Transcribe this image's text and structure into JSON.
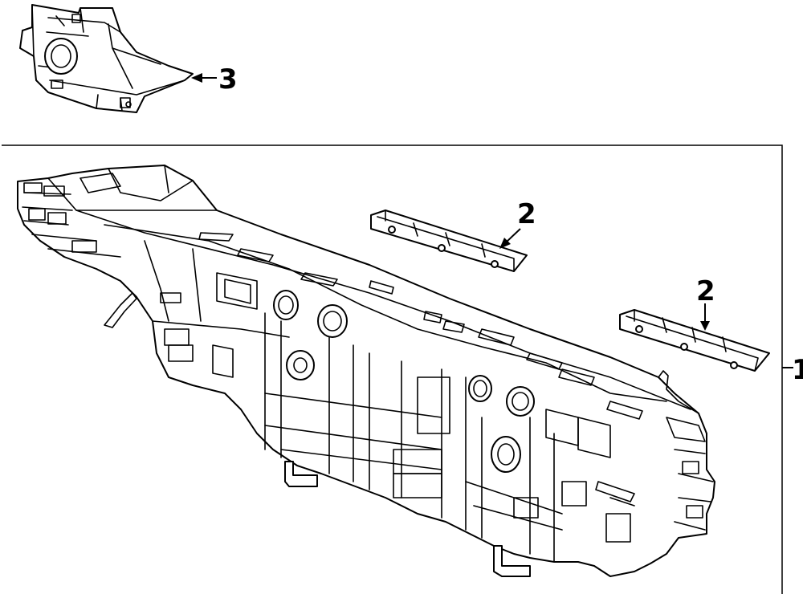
{
  "callouts": {
    "bulkhead": "1",
    "bracket_upper": "2",
    "bracket_lower": "2",
    "side_panel": "3"
  }
}
